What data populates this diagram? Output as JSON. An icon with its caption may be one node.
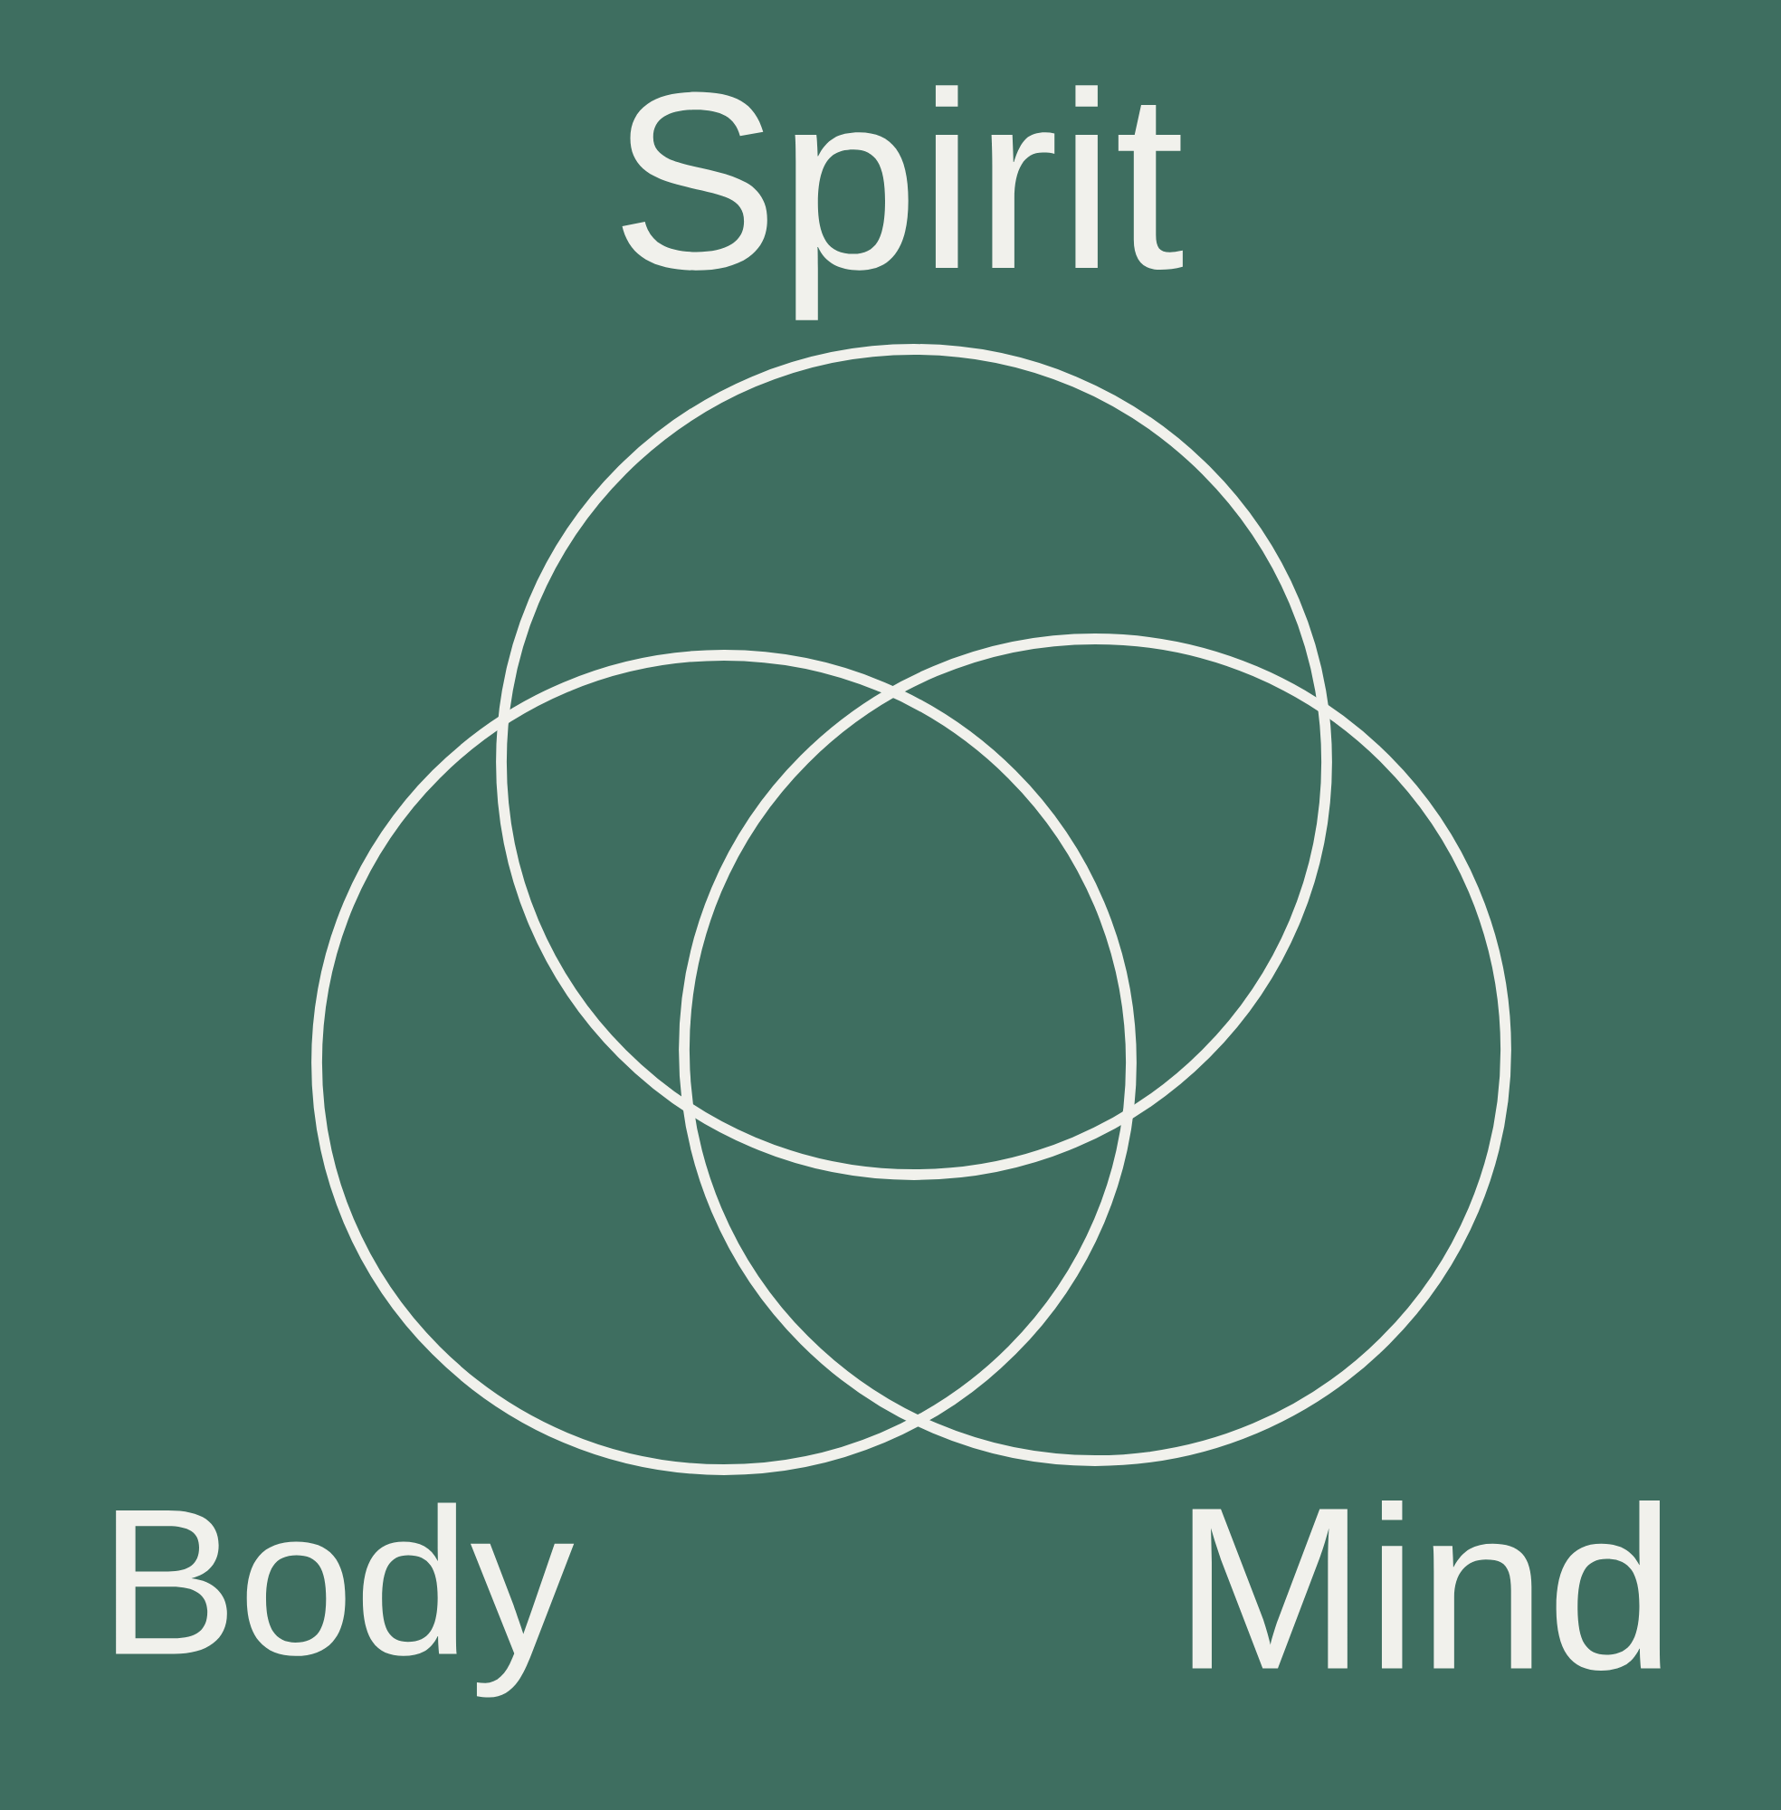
{
  "diagram": {
    "nodes": [
      {
        "text": [
          "Spirit"
        ]
      },
      {
        "text": [
          "Body"
        ]
      },
      {
        "text": [
          "Mind"
        ]
      }
    ]
  }
}
